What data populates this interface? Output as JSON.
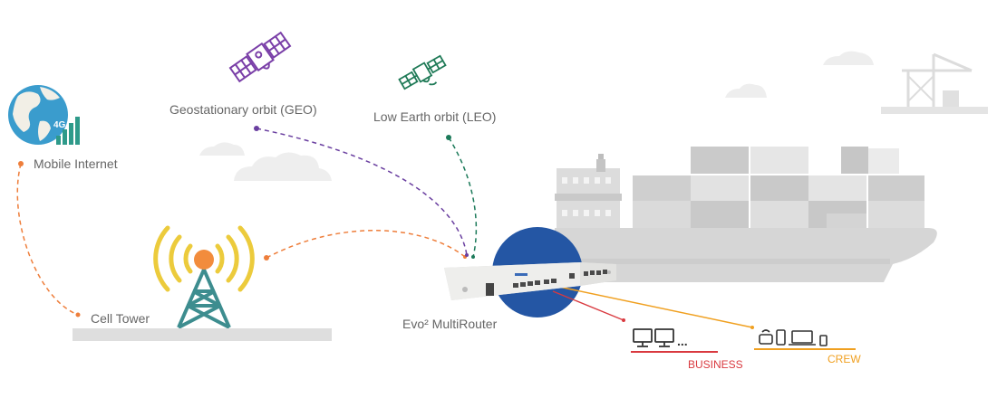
{
  "labels": {
    "mobile_internet": "Mobile Internet",
    "geo": "Geostationary orbit (GEO)",
    "leo": "Low Earth orbit (LEO)",
    "cell_tower": "Cell Tower",
    "router": "Evo² MultiRouter",
    "business": "BUSINESS",
    "crew": "CREW",
    "network_4g": "4G",
    "device_ellipsis": "..."
  },
  "colors": {
    "mobile_link": "#ee7e3b",
    "cell_link": "#ee7e3b",
    "geo_link": "#6a3fa0",
    "leo_link": "#1c7a5a",
    "business": "#d9393f",
    "crew": "#f0a020",
    "ship_gray": "#d6d6d6",
    "ship_dark": "#c4c4c4",
    "router_circle": "#2456a4",
    "tower_teal": "#3d8d8f",
    "waves_yellow": "#eccb3c",
    "text_gray": "#666666"
  },
  "icons": {
    "globe": "globe-4g-icon",
    "geo_satellite": "geo-satellite-icon",
    "leo_satellite": "leo-satellite-icon",
    "cell_tower": "cell-tower-icon",
    "router": "router-device-icon",
    "business_devices": "desktop-computer-icon",
    "crew_devices": "mobile-devices-icon",
    "ship": "container-ship-icon",
    "crane": "port-crane-icon"
  }
}
